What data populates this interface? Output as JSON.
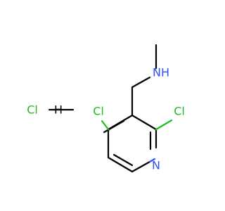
{
  "molecule": {
    "atoms": {
      "cl_left_salt": {
        "label": "Cl",
        "element": "Cl",
        "color": "#1fbe1f"
      },
      "h_salt": {
        "label": "H",
        "element": "H",
        "color": "#000000"
      },
      "cl_ring_4": {
        "label": "Cl",
        "element": "Cl",
        "color": "#1fbe1f"
      },
      "cl_ring_2": {
        "label": "Cl",
        "element": "Cl",
        "color": "#1fbe1f"
      },
      "n_ring": {
        "label": "N",
        "element": "N",
        "color": "#3050f8"
      },
      "nh_amine": {
        "label": "NH",
        "element": "N",
        "color": "#3050f8"
      }
    }
  }
}
